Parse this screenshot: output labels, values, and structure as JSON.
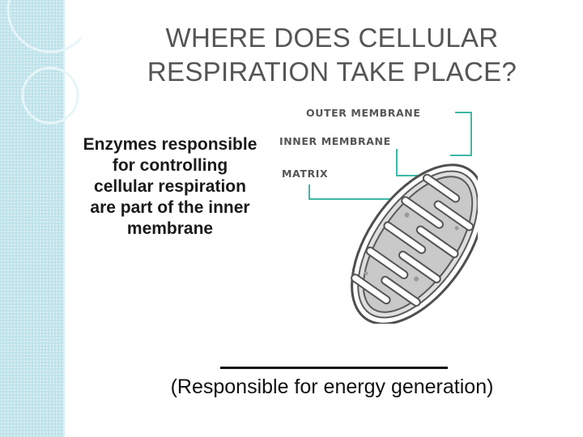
{
  "slide": {
    "title_line1": "WHERE DOES CELLULAR",
    "title_line2": "RESPIRATION TAKE PLACE?",
    "body_text": "Enzymes responsible for controlling cellular respiration are part of the inner membrane",
    "caption": "(Responsible for energy generation)"
  },
  "diagram": {
    "labels": {
      "outer": "OUTER MEMBRANE",
      "inner": "INNER MEMBRANE",
      "matrix": "MATRIX"
    },
    "colors": {
      "leader_lines": "#3cb9a8",
      "membrane": "#555555",
      "matrix_fill": "#c9c9c9"
    }
  },
  "theme": {
    "side_band": "#bfe3ea",
    "title_color": "#555555"
  }
}
